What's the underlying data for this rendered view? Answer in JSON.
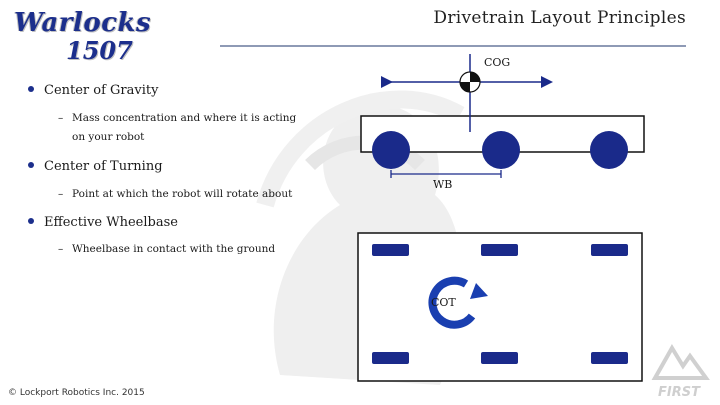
{
  "logo": {
    "line1": "Warlocks",
    "line2": "1507"
  },
  "title": "Drivetrain Layout Principles",
  "bullets": [
    {
      "label": "Center of Gravity",
      "sub": [
        "Mass concentration and where it is acting",
        "on your robot"
      ]
    },
    {
      "label": "Center of Turning",
      "sub": [
        "Point at which the robot will rotate about"
      ]
    },
    {
      "label": "Effective Wheelbase",
      "sub": [
        "Wheelbase in contact with the ground"
      ]
    }
  ],
  "diagram": {
    "cog_label": "COG",
    "wb_label": "WB",
    "cot_label": "COT"
  },
  "footer": {
    "copyright": "© Lockport Robotics Inc. 2015",
    "first_logo": "FIRST"
  },
  "colors": {
    "wheel": "#1a2a8a",
    "accent": "#1c2f8c",
    "rule": "#8e9ab5"
  }
}
